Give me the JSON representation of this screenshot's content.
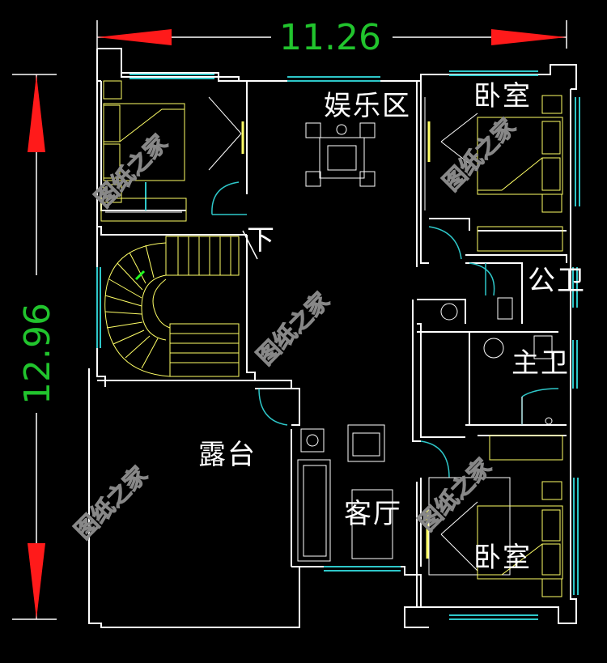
{
  "dimensions": {
    "width": "11.26",
    "height": "12.96"
  },
  "rooms": {
    "entertainment": "娱乐区",
    "bedroom_ne": "卧室",
    "public_bath": "公卫",
    "master_bath": "主卫",
    "stairs_down": "下",
    "terrace": "露台",
    "living_room": "客厅",
    "bedroom_se": "卧室"
  },
  "watermark": "图纸之家",
  "colors": {
    "background": "#000000",
    "walls": "#ffffff",
    "windows": "#2ec7c9",
    "furniture": "#ffff66",
    "dimension": "#21c42d",
    "arrow": "#ff1a1a"
  }
}
